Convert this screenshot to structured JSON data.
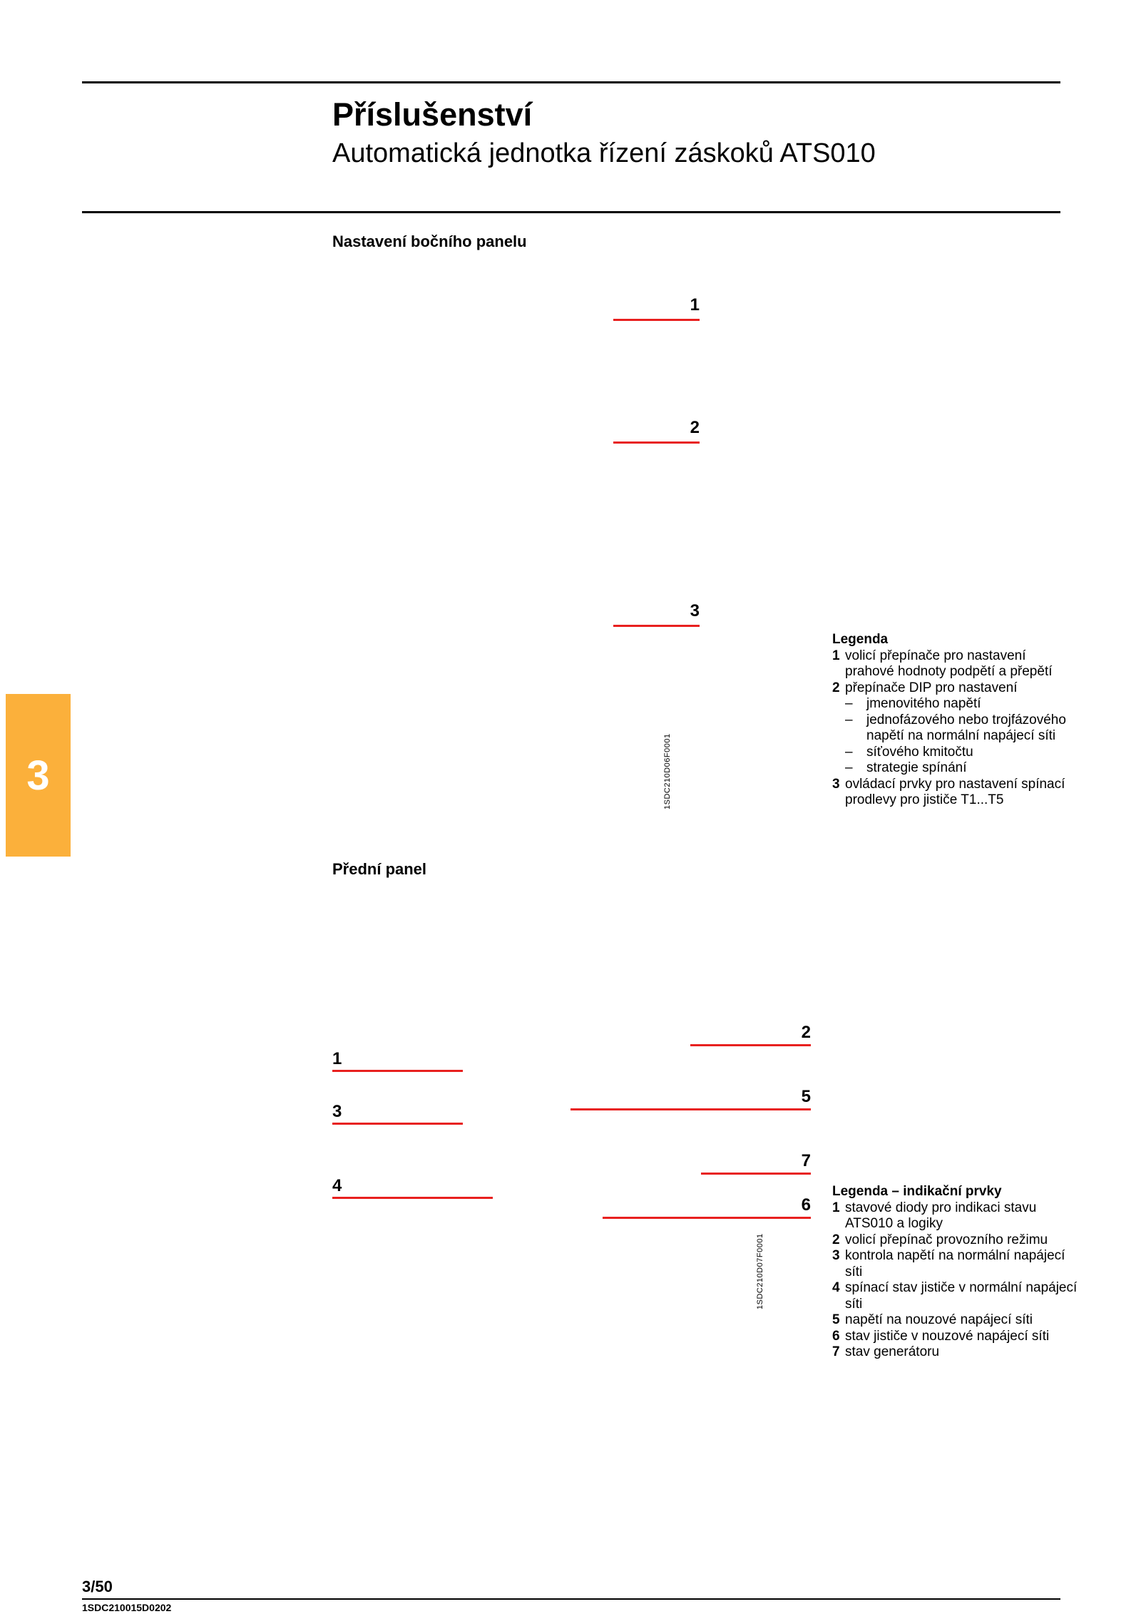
{
  "header": {
    "title": "Příslušenství",
    "subtitle": "Automatická jednotka řízení záskoků ATS010"
  },
  "side_tab": {
    "label": "3",
    "color": "#fbb03b"
  },
  "callout_color": "#e8201f",
  "side_panel": {
    "heading": "Nastavení bočního panelu",
    "callouts": [
      "1",
      "2",
      "3"
    ],
    "figure_code": "1SDC210D06F0001",
    "legend": {
      "heading": "Legenda",
      "item1_num": "1",
      "item1_text": "volicí přepínače pro nastavení prahové hodnoty podpětí a přepětí",
      "item2_num": "2",
      "item2_text": "přepínače DIP pro nastavení",
      "item2_subs": [
        "jmenovitého napětí",
        "jednofázového nebo trojfázového napětí na normální napájecí síti",
        "síťového kmitočtu",
        "strategie spínání"
      ],
      "dash": "–",
      "item3_num": "3",
      "item3_text": "ovládací prvky pro nastavení spínací prodlevy pro jističe T1...T5"
    }
  },
  "front_panel": {
    "heading": "Přední panel",
    "callouts": [
      "1",
      "3",
      "4",
      "2",
      "5",
      "7",
      "6"
    ],
    "figure_code": "1SDC210D07F0001",
    "legend": {
      "heading": "Legenda – indikační prvky",
      "items": [
        {
          "num": "1",
          "text": "stavové diody pro indikaci stavu ATS010 a logiky"
        },
        {
          "num": "2",
          "text": "volicí přepínač provozního režimu"
        },
        {
          "num": "3",
          "text": "kontrola napětí na normální napájecí síti"
        },
        {
          "num": "4",
          "text": "spínací stav jističe v normální napájecí síti"
        },
        {
          "num": "5",
          "text": "napětí na nouzové napájecí síti"
        },
        {
          "num": "6",
          "text": "stav jističe v nouzové napájecí síti"
        },
        {
          "num": "7",
          "text": "stav generátoru"
        }
      ]
    }
  },
  "footer": {
    "page_number": "3/50",
    "doc_code": "1SDC210015D0202"
  }
}
